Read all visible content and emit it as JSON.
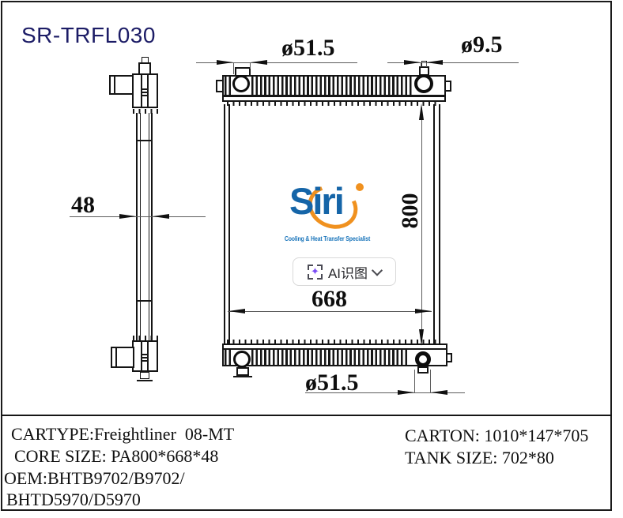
{
  "title": "SR-TRFL030",
  "dims": {
    "port_top_left": "ø51.5",
    "port_top_right": "ø9.5",
    "core_thickness": "48",
    "core_height": "800",
    "core_width": "668",
    "port_bottom": "ø51.5"
  },
  "logo": {
    "name": "Siri",
    "tagline": "Cooling & Heat Transfer Specialist",
    "colors": {
      "blue": "#1565a8",
      "orange": "#f0911f",
      "tagline_blue": "#1a75bb"
    }
  },
  "ai_button": {
    "label": "AI识图",
    "sparkle_glyph": "✦",
    "accent": "#7a4bf5"
  },
  "specs": {
    "left": [
      "CARTYPE:Freightliner  08-MT",
      "CORE SIZE: PA800*668*48",
      "OEM:BHTB9702/B9702/",
      "BHTD5970/D5970"
    ],
    "right": [
      "CARTON: 1010*147*705",
      "TANK SIZE: 702*80"
    ]
  },
  "colors": {
    "title_navy": "#1c1c66",
    "line_black": "#141414",
    "dim_line": "#5c5c5c"
  }
}
